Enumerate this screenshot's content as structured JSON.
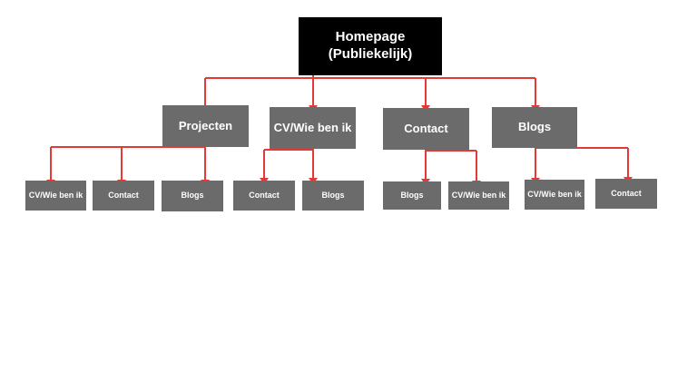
{
  "colors": {
    "connector": "#e53935",
    "box_fill": "#6b6b6b",
    "root_fill": "#000000",
    "text": "#ffffff",
    "background": "#ffffff"
  },
  "root": {
    "line1": "Homepage",
    "line2": "(Publiekelijk)"
  },
  "sections": [
    {
      "label": "Projecten",
      "children": [
        "CV/Wie ben ik",
        "Contact",
        "Blogs"
      ]
    },
    {
      "label": "CV/Wie ben ik",
      "children": [
        "Contact",
        "Blogs"
      ]
    },
    {
      "label": "Contact",
      "children": [
        "Blogs",
        "CV/Wie ben ik"
      ]
    },
    {
      "label": "Blogs",
      "children": [
        "CV/Wie ben ik",
        "Contact"
      ]
    }
  ]
}
